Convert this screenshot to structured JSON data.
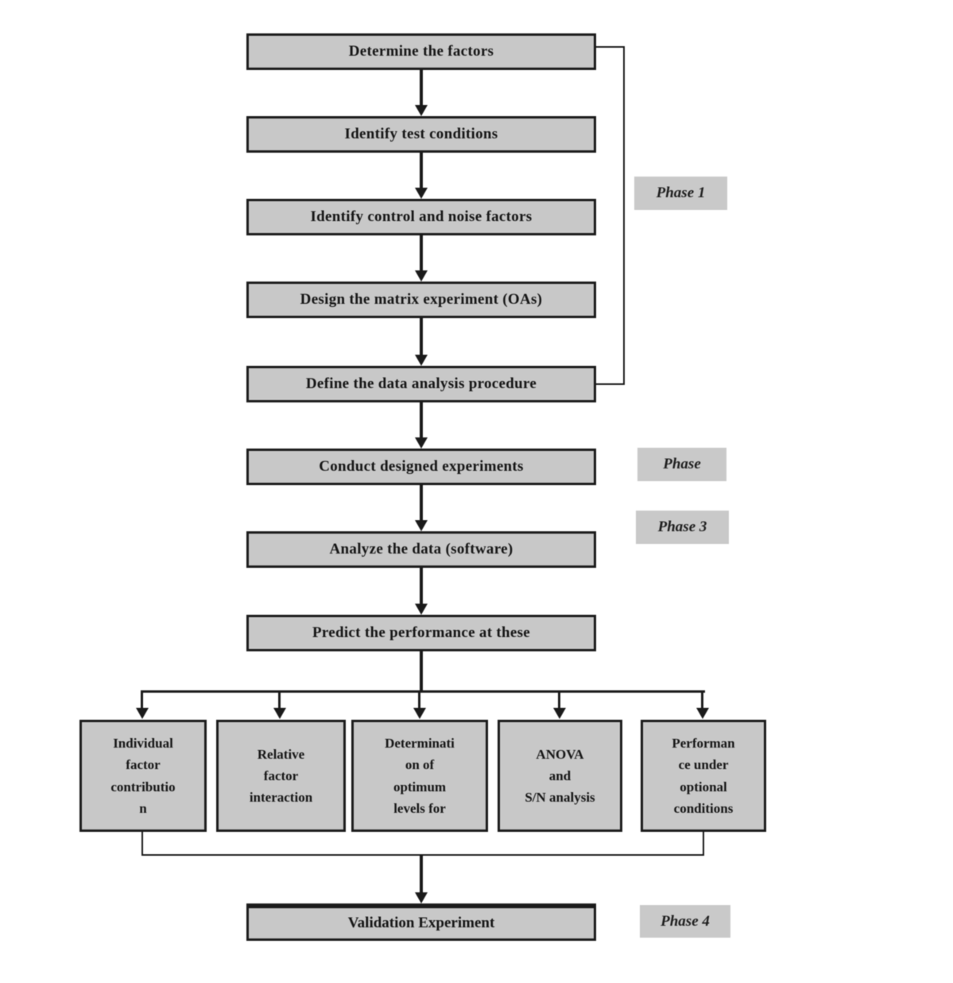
{
  "flow": {
    "colors": {
      "box_fill": "#c8c8c8",
      "box_border": "#1b1b1b",
      "line": "#1a1a1a",
      "text": "#161616",
      "background": "#ffffff"
    },
    "main_steps": [
      {
        "label": "Determine the factors"
      },
      {
        "label": "Identify test conditions"
      },
      {
        "label": "Identify control and noise factors"
      },
      {
        "label": "Design the matrix experiment (OAs)"
      },
      {
        "label": "Define the data analysis procedure"
      },
      {
        "label": "Conduct designed experiments"
      },
      {
        "label": "Analyze the data (software)"
      },
      {
        "label": "Predict the performance at these"
      }
    ],
    "branch_boxes": [
      {
        "label": "Individual\nfactor\ncontributio\nn"
      },
      {
        "label": "Relative\nfactor\ninteraction"
      },
      {
        "label": "Determinati\non of\noptimum\nlevels for"
      },
      {
        "label": "ANOVA\nand\nS/N analysis"
      },
      {
        "label": "Performan\nce under\noptional\nconditions"
      }
    ],
    "final_step": {
      "label": "Validation Experiment"
    },
    "phase_labels": [
      {
        "label": "Phase 1"
      },
      {
        "label": "Phase"
      },
      {
        "label": "Phase 3"
      },
      {
        "label": "Phase 4"
      }
    ]
  }
}
